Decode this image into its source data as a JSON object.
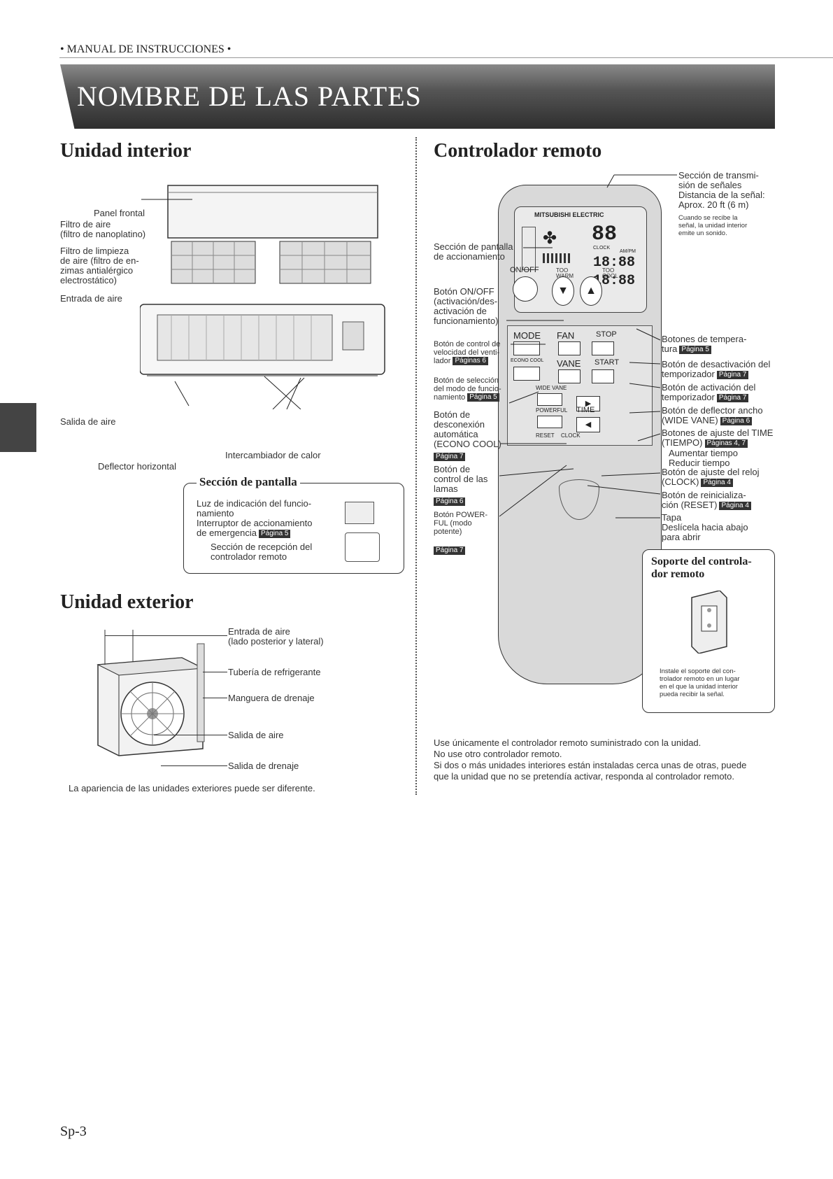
{
  "header": {
    "manual": "• MANUAL DE INSTRUCCIONES •"
  },
  "banner": {
    "title": "NOMBRE DE LAS PARTES"
  },
  "indoor": {
    "heading": "Unidad interior",
    "panel_frontal": "Panel frontal",
    "filtro_aire": "Filtro de aire\n(filtro de nanoplatino)",
    "filtro_limpieza": "Filtro de limpieza\nde aire (filtro de en-\nzimas antialérgico\nelectrostático)",
    "entrada_aire": "Entrada de aire",
    "salida_aire": "Salida de aire",
    "deflector": "Deflector horizontal",
    "intercambiador": "Intercambiador de calor"
  },
  "display_section": {
    "title": "Sección de pantalla",
    "luz": "Luz de indicación del funcio-\nnamiento",
    "interruptor": "Interruptor de accionamiento\nde emergencia",
    "interruptor_page": "Página 5",
    "recepcion": "Sección de recepción del\ncontrolador remoto"
  },
  "outdoor": {
    "heading": "Unidad exterior",
    "entrada": "Entrada de aire\n(lado posterior y lateral)",
    "tuberia": "Tubería de refrigerante",
    "manguera": "Manguera de drenaje",
    "salida": "Salida de aire",
    "drenaje": "Salida de drenaje",
    "note": "La apariencia de las unidades exteriores puede ser diferente."
  },
  "remote": {
    "heading": "Controlador remoto",
    "brand": "MITSUBISHI ELECTRIC",
    "transmision": "Sección de transmi-\nsión de señales\nDistancia de la señal:\nAprox. 20 ft (6 m)",
    "transmision_small": "Cuando se recibe la\nseñal, la unidad interior\nemite un sonido.",
    "pantalla": "Sección de pantalla\nde accionamiento",
    "onoff": "Botón ON/OFF\n(activación/des-\nactivación de\nfuncionamiento)",
    "velocidad": "Botón de control de\nvelocidad del venti-\nlador",
    "velocidad_page": "Páginas 6",
    "modo": "Botón de selección\ndel modo de funcio-\nnamiento",
    "modo_page": "Página 5",
    "econo": "Botón de\ndesconexión\nautomática\n(ECONO COOL)",
    "econo_page": "Página 7",
    "lamas": "Botón de\ncontrol de las\nlamas",
    "lamas_page": "Página 6",
    "powerful": "Botón POWER-\nFUL (modo\npotente)",
    "powerful_page": "Página 7",
    "temp": "Botones de tempera-\ntura",
    "temp_page": "Página 5",
    "desact": "Botón de desactivación del\ntemporizador",
    "desact_page": "Página 7",
    "activ": "Botón de activación del\ntemporizador",
    "activ_page": "Página 7",
    "deflector_ancho": "Botón de deflector ancho\n(WIDE VANE)",
    "deflector_ancho_page": "Página 6",
    "time": "Botones de ajuste del TIME\n(TIEMPO)",
    "time_page": "Páginas 4, 7",
    "aumentar": "Aumentar tiempo\nReducir tiempo",
    "clock": "Botón de ajuste del reloj\n(CLOCK)",
    "clock_page": "Página 4",
    "reset": "Botón de reinicializa-\nción (RESET)",
    "reset_page": "Página 4",
    "tapa": "Tapa\nDeslícela hacia abajo\npara abrir",
    "buttons": {
      "onoff": "ON/OFF",
      "too_warm": "TOO\nWARM",
      "too_cool": "TOO\nCOOL",
      "mode": "MODE",
      "fan": "FAN",
      "stop": "STOP",
      "econo": "ECONO COOL",
      "vane": "VANE",
      "start": "START",
      "wide_vane": "WIDE VANE",
      "powerful": "POWERFUL",
      "time": "TIME",
      "reset": "RESET",
      "clock": "CLOCK",
      "lcd1": "88",
      "lcd2": "18:88",
      "lcd3": "18:88",
      "am_pm": "AM/PM",
      "clock_lbl": "CLOCK"
    }
  },
  "holder": {
    "title": "Soporte del controla-\ndor remoto",
    "note": "Instale el soporte del con-\ntrolador remoto en un lugar\nen el que la unidad interior\npueda recibir la señal."
  },
  "footer_note": "Use únicamente el controlador remoto suministrado con la unidad.\nNo use otro controlador remoto.\nSi dos o más unidades interiores están instaladas cerca unas de otras, puede\nque la unidad que no se pretendía activar, responda al controlador remoto.",
  "page_number": "Sp-3",
  "colors": {
    "banner": "#333333",
    "tag": "#333333",
    "remote_body": "#d9d9d9"
  }
}
